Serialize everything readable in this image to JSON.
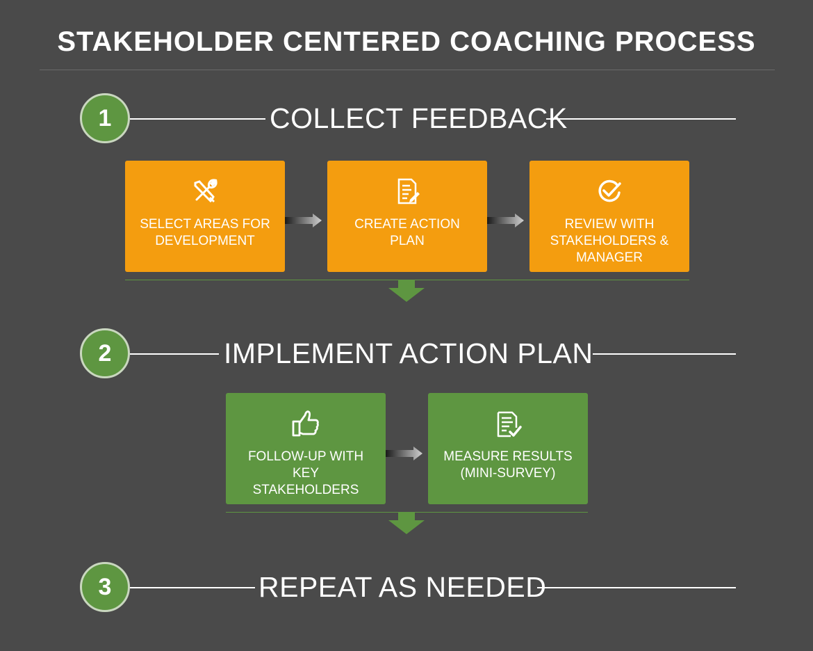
{
  "title": "STAKEHOLDER CENTERED COACHING PROCESS",
  "colors": {
    "background": "#4a4a4a",
    "orange": "#f49d0f",
    "green": "#5e9641",
    "badge_border": "#c9d7bf",
    "text": "#ffffff"
  },
  "steps": [
    {
      "number": "1",
      "label": "COLLECT FEEDBACK"
    },
    {
      "number": "2",
      "label": "IMPLEMENT ACTION PLAN"
    },
    {
      "number": "3",
      "label": "REPEAT AS NEEDED"
    }
  ],
  "step1_boxes": [
    {
      "icon": "tools-icon",
      "line1": "SELECT AREAS FOR",
      "line2": "DEVELOPMENT",
      "line3": ""
    },
    {
      "icon": "document-edit-icon",
      "line1": "CREATE ACTION",
      "line2": "PLAN",
      "line3": ""
    },
    {
      "icon": "check-circle-icon",
      "line1": "REVIEW WITH",
      "line2": "STAKEHOLDERS &",
      "line3": "MANAGER"
    }
  ],
  "step2_boxes": [
    {
      "icon": "thumbs-up-icon",
      "line1": "FOLLOW-UP WITH",
      "line2": "KEY STAKEHOLDERS"
    },
    {
      "icon": "clipboard-check-icon",
      "line1": "MEASURE RESULTS",
      "line2": "(MINI-SURVEY)"
    }
  ]
}
